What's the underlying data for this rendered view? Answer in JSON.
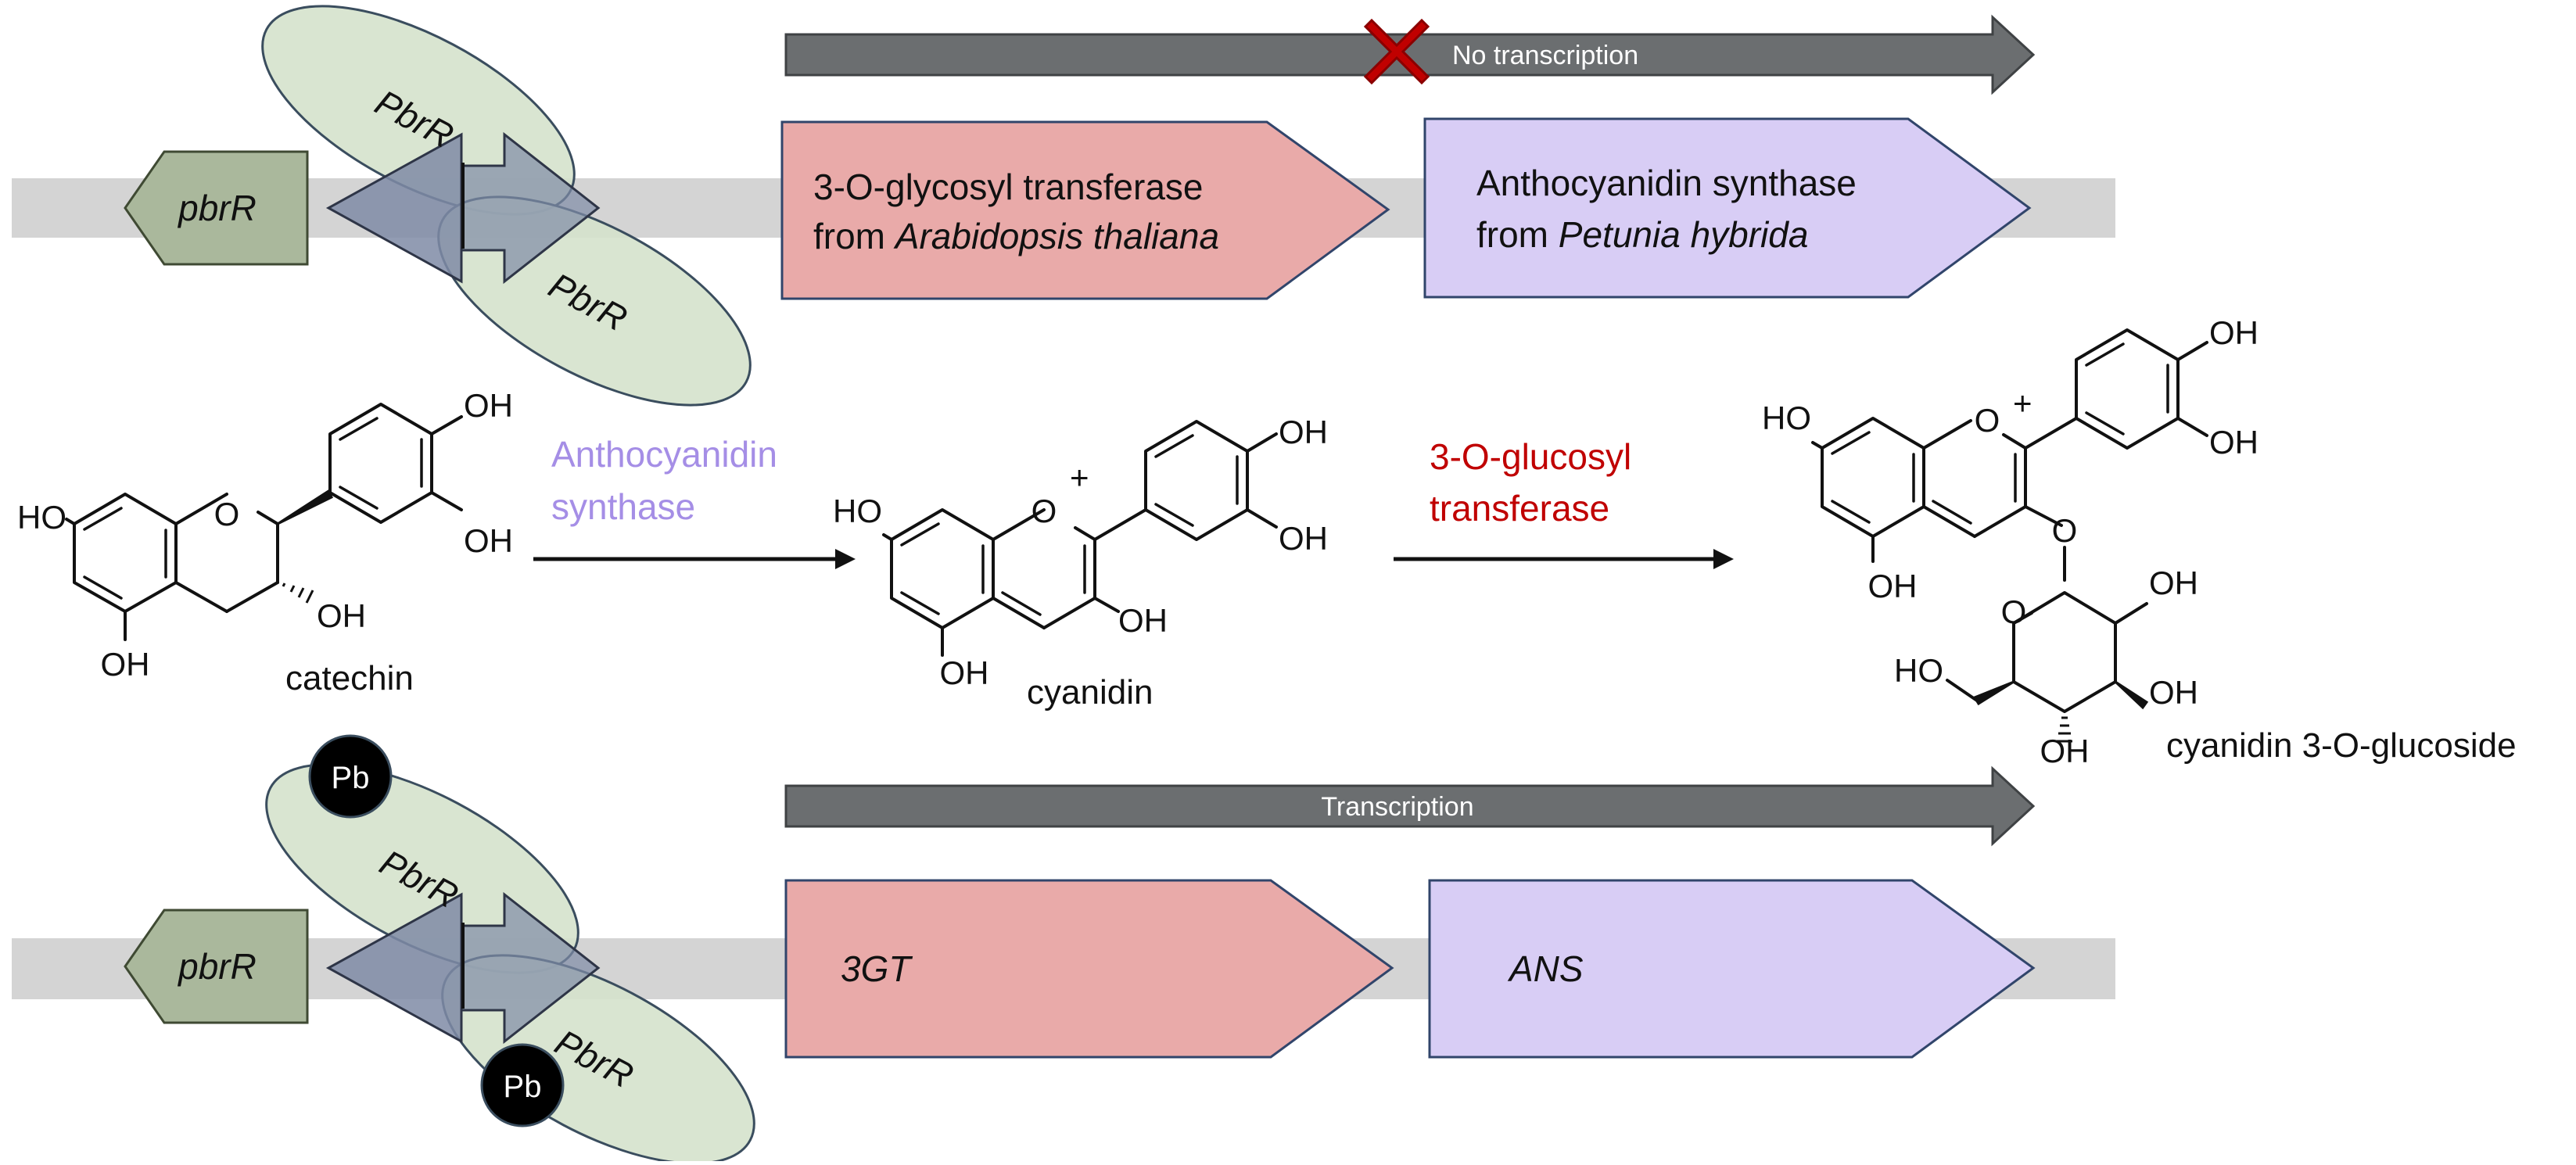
{
  "colors": {
    "dna_band": "#d4d4d4",
    "pbrR_protein": "#d5e2cc",
    "pbrR_gene": "#aab89c",
    "promoter_arrow": "#7f8ba6",
    "transcript_arrow": "#6b6e70",
    "gene_3gt": "#e9aaa9",
    "gene_ans": "#d8cdf5",
    "red_x": "#c00000",
    "pb_circle": "#000000",
    "ans_label": "#a58ee6",
    "gt_label": "#c00000"
  },
  "top_construct": {
    "transcription_label": "No transcription",
    "pbrR_gene_label": "pbrR",
    "protein_label": "PbrR",
    "gene1": {
      "line1": "3-O-glycosyl transferase",
      "line2_prefix": "from ",
      "line2_species": "Arabidopsis thaliana"
    },
    "gene2": {
      "line1": "Anthocyanidin synthase",
      "line2_prefix": "from ",
      "line2_species": "Petunia hybrida"
    }
  },
  "bottom_construct": {
    "transcription_label": "Transcription",
    "pbrR_gene_label": "pbrR",
    "protein_label": "PbrR",
    "metal_label": "Pb",
    "gene1_label": "3GT",
    "gene2_label": "ANS"
  },
  "pathway": {
    "substrate": "catechin",
    "intermediate": "cyanidin",
    "product": "cyanidin 3-O-glucoside",
    "enzyme1": {
      "line1": "Anthocyanidin",
      "line2": "synthase"
    },
    "enzyme2": {
      "line1": "3-O-glucosyl",
      "line2": "transferase"
    },
    "atoms": {
      "oh": "OH",
      "ho": "HO",
      "o": "O",
      "plus": "+"
    }
  }
}
